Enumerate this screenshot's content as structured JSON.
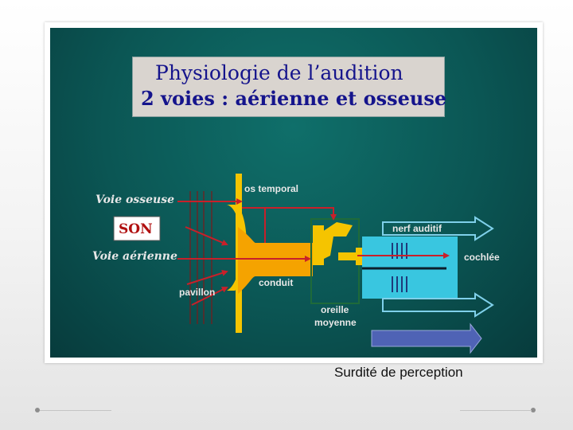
{
  "slide": {
    "title_line1": "Physiologie de l’audition",
    "title_line2": "2 voies : aérienne et osseuse"
  },
  "diagram": {
    "voie_osseuse": "Voie osseuse",
    "son": "SON",
    "voie_aerienne": "Voie aérienne",
    "pavillon": "pavillon",
    "os_temporal": "os temporal",
    "conduit": "conduit",
    "oreille": "oreille",
    "moyenne": "moyenne",
    "nerf_auditif": "nerf auditif",
    "cochlee": "cochlée"
  },
  "caption": "Surdité de perception",
  "colors": {
    "background_teal": "#0b5654",
    "bone_yellow": "#f5c400",
    "canal_orange": "#f5a300",
    "cochlea_cyan": "#39c6e0",
    "sound_arrow_red": "#c8202a",
    "nerve_arrow": "#7fd0ea",
    "blue_arrow": "#4f63b5",
    "title_text": "#15148c"
  }
}
